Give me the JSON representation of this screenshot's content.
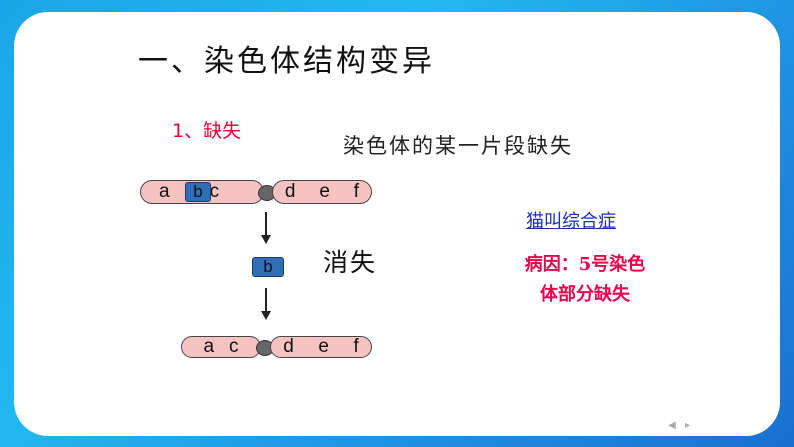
{
  "slide": {
    "title": "一、染色体结构变异",
    "section": "1、缺失",
    "description": "染色体的某一片段缺失",
    "vanish_label": "消失",
    "syndrome": "猫叫综合症",
    "cause_line1": "病因：5号染色",
    "cause_line2": "体部分缺失"
  },
  "chromosome_top": {
    "left_genes": [
      "a",
      "c"
    ],
    "highlight_gene": "b",
    "right_genes": [
      "d",
      "e",
      "f"
    ]
  },
  "lost_segment": "b",
  "chromosome_bottom": {
    "left_genes": [
      "a",
      "c"
    ],
    "right_genes": [
      "d",
      "e",
      "f"
    ]
  },
  "colors": {
    "background": "#1aa6e8",
    "arm_fill": "#f7c2c2",
    "segment_fill": "#2f6fb8",
    "section_red": "#e8003a",
    "syndrome_blue": "#1a2fb8"
  },
  "nav_icons": [
    "prev-icon",
    "next-icon"
  ]
}
